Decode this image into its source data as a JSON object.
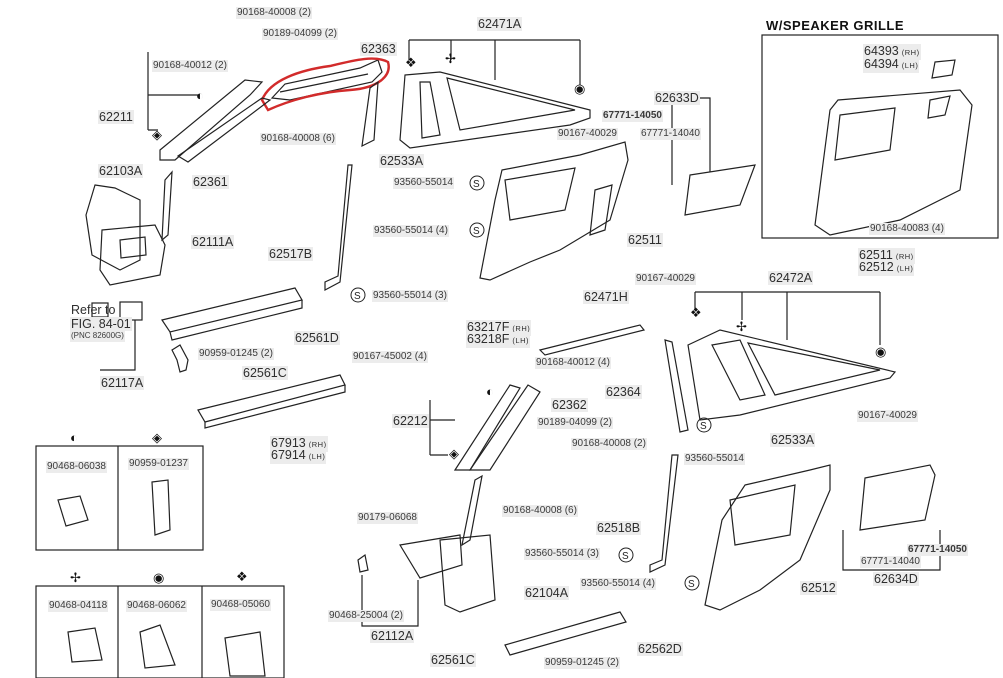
{
  "diagram": {
    "type": "exploded-parts-diagram",
    "subject": "Interior trim panels (pillar, quarter, scuff plates)",
    "highlight": {
      "part": "62363",
      "color": "#d22b2b"
    },
    "inset": {
      "title": "W/SPEAKER GRILLE",
      "labels": {
        "grille_rh": "64393",
        "grille_lh": "64394",
        "screw": "90168-40083 (4)",
        "panel_rh": "62511",
        "panel_lh": "62512"
      }
    },
    "sides": {
      "rh": "(RH)",
      "lh": "(LH)"
    },
    "labels": {
      "p90168_40008_2_top": "90168-40008 (2)",
      "p90189_04099_2_top": "90189-04099 (2)",
      "p62363": "62363",
      "p90168_40012_2": "90168-40012 (2)",
      "p62211": "62211",
      "p90168_40008_6_top": "90168-40008 (6)",
      "p62361": "62361",
      "p62103A": "62103A",
      "p62111A": "62111A",
      "p62517B": "62517B",
      "p93560_55014_3_left": "93560-55014 (3)",
      "refer_line1": "Refer to",
      "refer_line2": "FIG. 84-01",
      "refer_line3": "(PNC 82600G)",
      "p62117A": "62117A",
      "p62561D": "62561D",
      "p90959_01245_2_left": "90959-01245 (2)",
      "p62561C_left": "62561C",
      "p90167_45002_4": "90167-45002 (4)",
      "p67913": "67913",
      "p67914": "67914",
      "p62471A": "62471A",
      "p90167_40029_top": "90167-40029",
      "p62533A_top": "62533A",
      "p93560_55014_a": "93560-55014",
      "p93560_55014_4_a": "93560-55014 (4)",
      "p62511": "62511",
      "p62633D": "62633D",
      "p67771_14050_top": "67771-14050",
      "p67771_14040_top": "67771-14040",
      "p62471H": "62471H",
      "p90167_40029_mid": "90167-40029",
      "p63217F": "63217F",
      "p63218F": "63218F",
      "p90168_40012_4": "90168-40012 (4)",
      "p62472A": "62472A",
      "p90167_40029_right": "90167-40029",
      "p62364": "62364",
      "p62212": "62212",
      "p62362": "62362",
      "p90189_04099_2_mid": "90189-04099 (2)",
      "p90168_40008_2_mid": "90168-40008 (2)",
      "p62533A_mid": "62533A",
      "p93560_55014_b": "93560-55014",
      "p90168_40008_6_mid": "90168-40008 (6)",
      "p90179_06068": "90179-06068",
      "p62518B": "62518B",
      "p93560_55014_3_b": "93560-55014 (3)",
      "p93560_55014_4_b": "93560-55014 (4)",
      "p62512": "62512",
      "p67771_14050_bot": "67771-14050",
      "p67771_14040_bot": "67771-14040",
      "p62634D": "62634D",
      "p90468_25004_2": "90468-25004 (2)",
      "p62112A": "62112A",
      "p62104A": "62104A",
      "p62561C_bot": "62561C",
      "p90959_01245_2_bot": "90959-01245 (2)",
      "p62562D": "62562D"
    },
    "clip_legend": {
      "top_row": [
        {
          "symbol": "half-circle-clip",
          "glyph": "◐",
          "part": "90468-06038"
        },
        {
          "symbol": "diamond-circle-clip",
          "glyph": "◈",
          "part": "90959-01237"
        }
      ],
      "bottom_row": [
        {
          "symbol": "pinwheel-clip",
          "glyph": "✢",
          "part": "90468-04118"
        },
        {
          "symbol": "ring-clip",
          "glyph": "◉",
          "part": "90468-06062"
        },
        {
          "symbol": "four-dot-clip",
          "glyph": "❖",
          "part": "90468-05060"
        }
      ]
    },
    "fastener_symbol": {
      "glyph": "S",
      "name": "screw-s-symbol"
    }
  }
}
